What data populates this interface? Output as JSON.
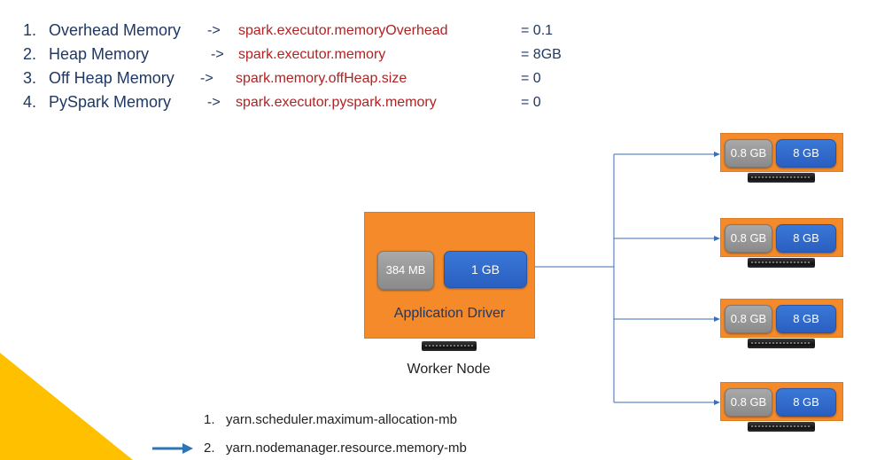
{
  "config_list": [
    {
      "num": "1.",
      "name": "Overhead Memory",
      "arrow": "->",
      "property": "spark.executor.memoryOverhead",
      "value": "= 0.1"
    },
    {
      "num": "2.",
      "name": "Heap Memory",
      "arrow": "->",
      "property": "spark.executor.memory",
      "value": "= 8GB"
    },
    {
      "num": "3.",
      "name": "Off Heap Memory",
      "arrow": "->",
      "property": "spark.memory.offHeap.size",
      "value": "= 0"
    },
    {
      "num": "4.",
      "name": "PySpark Memory",
      "arrow": "->",
      "property": "spark.executor.pyspark.memory",
      "value": "= 0"
    }
  ],
  "driver": {
    "overhead_label": "384 MB",
    "heap_label": "1 GB",
    "title": "Application Driver",
    "node_label": "Worker Node"
  },
  "executors": [
    {
      "overhead": "0.8 GB",
      "heap": "8 GB"
    },
    {
      "overhead": "0.8 GB",
      "heap": "8 GB"
    },
    {
      "overhead": "0.8 GB",
      "heap": "8 GB"
    },
    {
      "overhead": "0.8 GB",
      "heap": "8 GB"
    }
  ],
  "yarn_list": [
    {
      "num": "1.",
      "text": "yarn.scheduler.maximum-allocation-mb"
    },
    {
      "num": "2.",
      "text": "yarn.nodemanager.resource.memory-mb"
    }
  ],
  "colors": {
    "orange": "#f58a2b",
    "blue": "#2a5fc0",
    "gray": "#8a8a8a",
    "navy_text": "#1f3864",
    "property_red": "#b22222",
    "connector": "#3a6fb5",
    "corner_yellow": "#ffc000"
  }
}
